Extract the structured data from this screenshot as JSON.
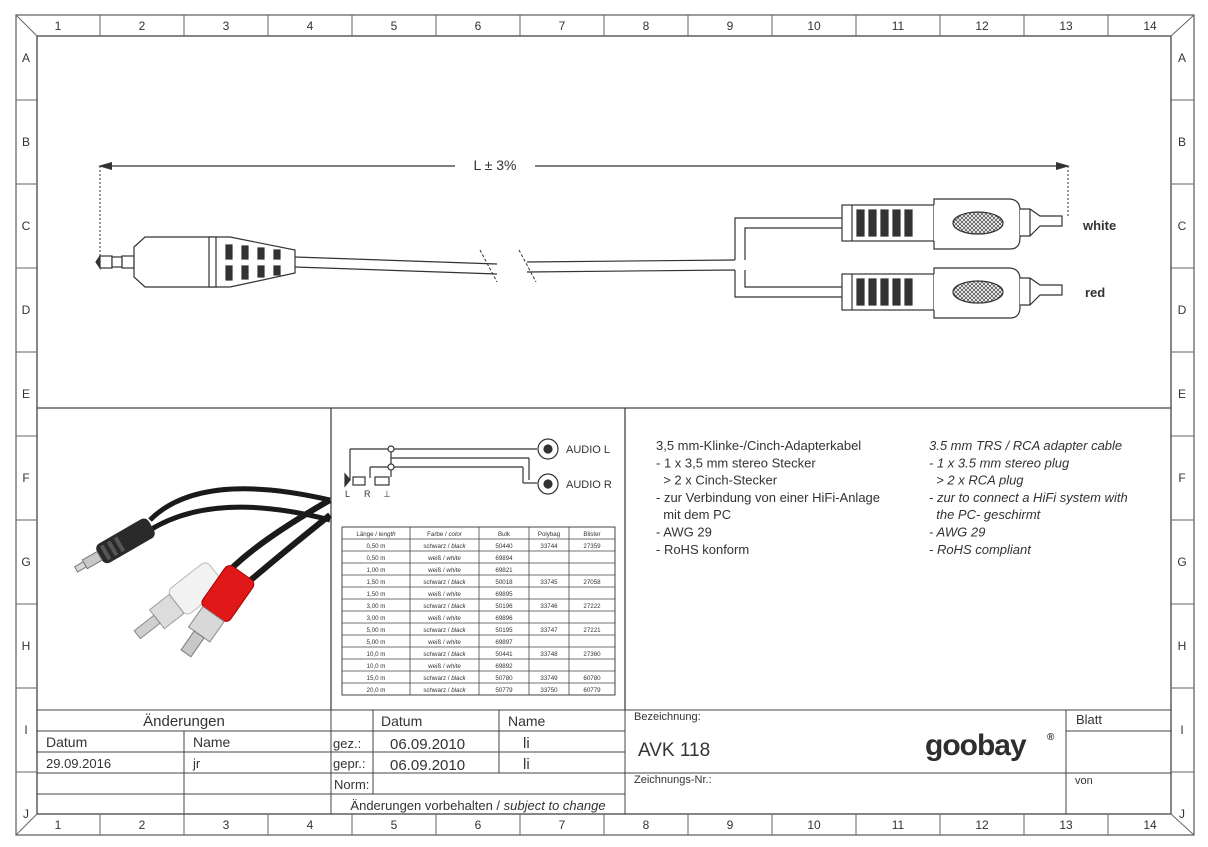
{
  "frame": {
    "cols": [
      "1",
      "2",
      "3",
      "4",
      "5",
      "6",
      "7",
      "8",
      "9",
      "10",
      "11",
      "12",
      "13",
      "14"
    ],
    "rows": [
      "A",
      "B",
      "C",
      "D",
      "E",
      "F",
      "G",
      "H",
      "I",
      "J"
    ]
  },
  "drawing": {
    "length_label": "L ± 3%",
    "plug_labels": [
      "white",
      "red"
    ]
  },
  "schematic": {
    "audio_l": "AUDIO L",
    "audio_r": "AUDIO R",
    "jack_labels": [
      "L",
      "R",
      "⊥"
    ]
  },
  "table": {
    "headers": [
      "Länge / length",
      "Farbe / color",
      "Bulk",
      "Polybag",
      "Blister"
    ],
    "rows": [
      [
        "0,50 m",
        "schwarz / black",
        "50440",
        "33744",
        "27359"
      ],
      [
        "0,50 m",
        "weiß / white",
        "69894",
        "",
        ""
      ],
      [
        "1,00 m",
        "weiß / white",
        "69821",
        "",
        ""
      ],
      [
        "1,50 m",
        "schwarz / black",
        "50018",
        "33745",
        "27058"
      ],
      [
        "1,50 m",
        "weiß / white",
        "69895",
        "",
        ""
      ],
      [
        "3,00 m",
        "schwarz / black",
        "50196",
        "33746",
        "27222"
      ],
      [
        "3,00 m",
        "weiß / white",
        "69896",
        "",
        ""
      ],
      [
        "5,00 m",
        "schwarz / black",
        "50195",
        "33747",
        "27221"
      ],
      [
        "5,00 m",
        "weiß / white",
        "69897",
        "",
        ""
      ],
      [
        "10,0 m",
        "schwarz / black",
        "50441",
        "33748",
        "27360"
      ],
      [
        "10,0 m",
        "weiß / white",
        "69892",
        "",
        ""
      ],
      [
        "15,0 m",
        "schwarz / black",
        "50780",
        "33749",
        "60780"
      ],
      [
        "20,0 m",
        "schwarz / black",
        "50779",
        "33750",
        "60779"
      ]
    ]
  },
  "description_de": [
    "3,5 mm-Klinke-/Cinch-Adapterkabel",
    "- 1 x 3,5 mm stereo Stecker",
    "  > 2 x Cinch-Stecker",
    "- zur Verbindung von einer HiFi-Anlage",
    "  mit dem PC",
    "- AWG 29",
    "- RoHS konform"
  ],
  "description_en": [
    "3.5 mm TRS / RCA adapter cable",
    "- 1 x 3.5 mm stereo plug",
    "  > 2 x RCA plug",
    "- zur to connect a HiFi system with",
    "  the PC- geschirmt",
    "- AWG 29",
    "- RoHS compliant"
  ],
  "title_block": {
    "changes_title": "Änderungen",
    "changes_col_date": "Datum",
    "changes_col_name": "Name",
    "changes_rows": [
      [
        "29.09.2016",
        "jr"
      ]
    ],
    "head_date": "Datum",
    "head_name": "Name",
    "gez_label": "gez.:",
    "gez_date": "06.09.2010",
    "gez_name": "li",
    "gepr_label": "gepr.:",
    "gepr_date": "06.09.2010",
    "gepr_name": "li",
    "norm_label": "Norm:",
    "subject_de": "Änderungen vorbehalten / ",
    "subject_en": "subject to change",
    "bezeichnung_label": "Bezeichnung:",
    "bezeichnung_value": "AVK 118",
    "zeichnungsnr_label": "Zeichnungs-Nr.:",
    "blatt_label": "Blatt",
    "von_label": "von",
    "logo_text": "goobay",
    "logo_mark": "®"
  }
}
